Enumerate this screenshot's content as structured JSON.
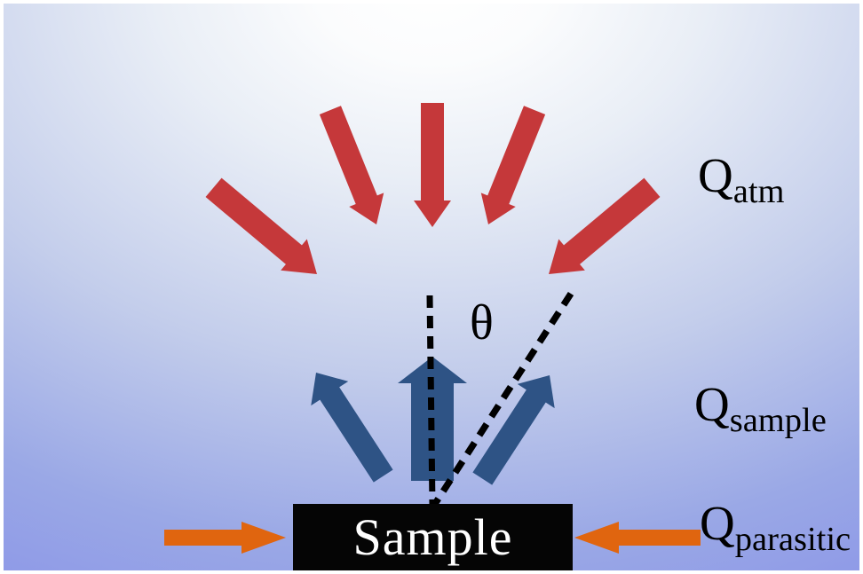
{
  "colors": {
    "atm_arrows": "#C5383A",
    "sample_arrows": "#2E5385",
    "parasitic_arrows": "#E0650F",
    "sample_box_bg": "#050505",
    "sample_box_text": "#FFFFFF",
    "dashed_line": "#000000",
    "label_text": "#000000",
    "background_edge": "#8A94E8",
    "background_glow": "#FFFFFF"
  },
  "labels": {
    "q_atm": {
      "main": "Q",
      "sub": "atm"
    },
    "q_sample": {
      "main": "Q",
      "sub": "sample"
    },
    "q_parasitic": {
      "main": "Q",
      "sub": "parasitic"
    },
    "theta": "θ",
    "sample": "Sample"
  },
  "arrows": {
    "atm": {
      "count": 5,
      "direction": "downward toward sample"
    },
    "sample": {
      "count": 3,
      "direction": "upward from sample"
    },
    "parasitic": {
      "count": 2,
      "direction": "horizontal toward sample"
    }
  }
}
